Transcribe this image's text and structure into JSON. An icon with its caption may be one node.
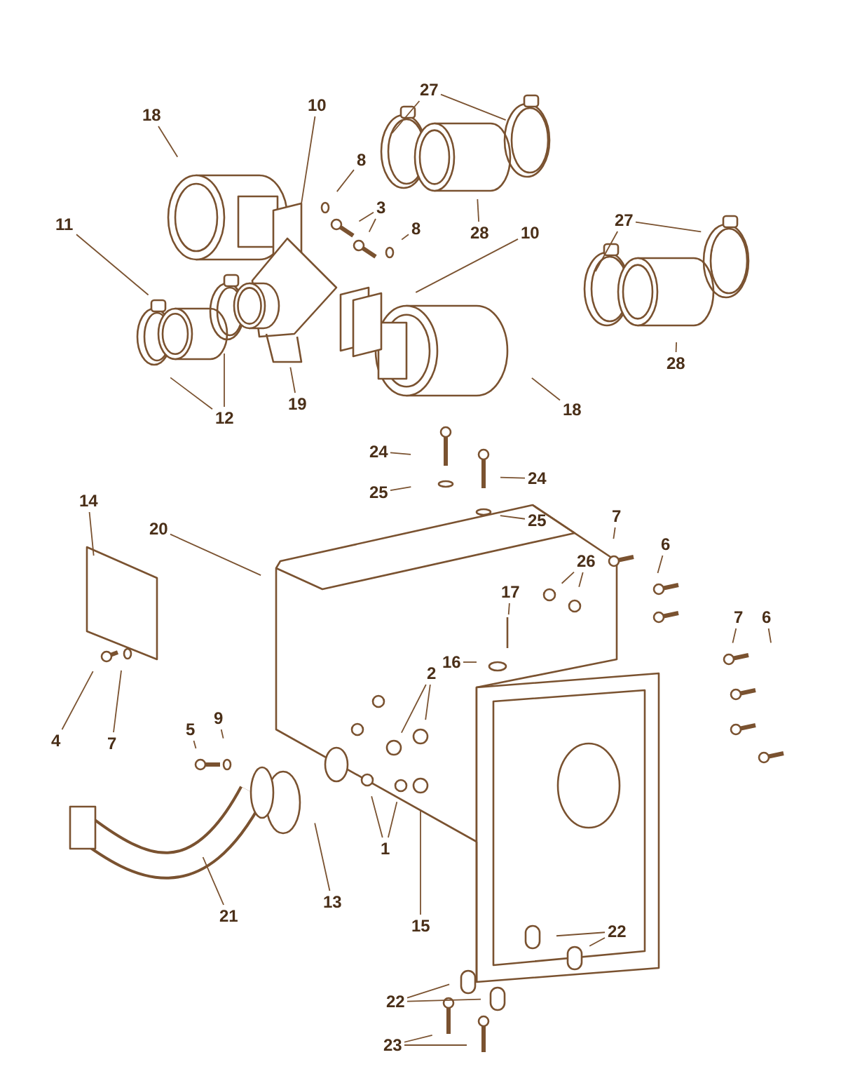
{
  "diagram": {
    "nodes": [
      {
        "text": [
          "27"
        ]
      },
      {
        "text": [
          "18"
        ]
      },
      {
        "text": [
          "10"
        ]
      },
      {
        "text": [
          "8"
        ]
      },
      {
        "text": [
          "3"
        ]
      },
      {
        "text": [
          "28"
        ]
      },
      {
        "text": [
          "8"
        ]
      },
      {
        "text": [
          "11"
        ]
      },
      {
        "text": [
          "10"
        ]
      },
      {
        "text": [
          "27"
        ]
      },
      {
        "text": [
          "28"
        ]
      },
      {
        "text": [
          "12"
        ]
      },
      {
        "text": [
          "19"
        ]
      },
      {
        "text": [
          "18"
        ]
      },
      {
        "text": [
          "24"
        ]
      },
      {
        "text": [
          "25"
        ]
      },
      {
        "text": [
          "24"
        ]
      },
      {
        "text": [
          "25"
        ]
      },
      {
        "text": [
          "14"
        ]
      },
      {
        "text": [
          "20"
        ]
      },
      {
        "text": [
          "7"
        ]
      },
      {
        "text": [
          "6"
        ]
      },
      {
        "text": [
          "26"
        ]
      },
      {
        "text": [
          "17"
        ]
      },
      {
        "text": [
          "16"
        ]
      },
      {
        "text": [
          "7"
        ]
      },
      {
        "text": [
          "6"
        ]
      },
      {
        "text": [
          "2"
        ]
      },
      {
        "text": [
          "4"
        ]
      },
      {
        "text": [
          "7"
        ]
      },
      {
        "text": [
          "5"
        ]
      },
      {
        "text": [
          "9"
        ]
      },
      {
        "text": [
          "1"
        ]
      },
      {
        "text": [
          "13"
        ]
      },
      {
        "text": [
          "21"
        ]
      },
      {
        "text": [
          "15"
        ]
      },
      {
        "text": [
          "22"
        ]
      },
      {
        "text": [
          "22"
        ]
      },
      {
        "text": [
          "23"
        ]
      }
    ],
    "edges": [
      {
        "from": 0,
        "to": null,
        "arrow": "none"
      },
      {
        "from": 0,
        "to": null,
        "arrow": "none"
      },
      {
        "from": 1,
        "to": null,
        "arrow": "none"
      },
      {
        "from": 2,
        "to": null,
        "arrow": "none"
      },
      {
        "from": 3,
        "to": null,
        "arrow": "none"
      },
      {
        "from": 4,
        "to": null,
        "arrow": "none"
      },
      {
        "from": 4,
        "to": null,
        "arrow": "none"
      },
      {
        "from": 5,
        "to": null,
        "arrow": "none"
      },
      {
        "from": 6,
        "to": null,
        "arrow": "none"
      },
      {
        "from": 7,
        "to": null,
        "arrow": "none"
      },
      {
        "from": 8,
        "to": null,
        "arrow": "none"
      },
      {
        "from": 9,
        "to": null,
        "arrow": "none"
      },
      {
        "from": 9,
        "to": null,
        "arrow": "none"
      },
      {
        "from": 10,
        "to": null,
        "arrow": "none"
      },
      {
        "from": 11,
        "to": null,
        "arrow": "none"
      },
      {
        "from": 11,
        "to": null,
        "arrow": "none"
      },
      {
        "from": 12,
        "to": null,
        "arrow": "none"
      },
      {
        "from": 13,
        "to": null,
        "arrow": "none"
      },
      {
        "from": 14,
        "to": null,
        "arrow": "none"
      },
      {
        "from": 15,
        "to": null,
        "arrow": "none"
      },
      {
        "from": 16,
        "to": null,
        "arrow": "none"
      },
      {
        "from": 17,
        "to": null,
        "arrow": "none"
      },
      {
        "from": 18,
        "to": null,
        "arrow": "none"
      },
      {
        "from": 19,
        "to": null,
        "arrow": "none"
      },
      {
        "from": 20,
        "to": null,
        "arrow": "none"
      },
      {
        "from": 21,
        "to": null,
        "arrow": "none"
      },
      {
        "from": 22,
        "to": null,
        "arrow": "none"
      },
      {
        "from": 22,
        "to": null,
        "arrow": "none"
      },
      {
        "from": 23,
        "to": null,
        "arrow": "none"
      },
      {
        "from": 24,
        "to": null,
        "arrow": "none"
      },
      {
        "from": 25,
        "to": null,
        "arrow": "none"
      },
      {
        "from": 26,
        "to": null,
        "arrow": "none"
      },
      {
        "from": 27,
        "to": null,
        "arrow": "none"
      },
      {
        "from": 27,
        "to": null,
        "arrow": "none"
      },
      {
        "from": 28,
        "to": null,
        "arrow": "none"
      },
      {
        "from": 29,
        "to": null,
        "arrow": "none"
      },
      {
        "from": 30,
        "to": null,
        "arrow": "none"
      },
      {
        "from": 31,
        "to": null,
        "arrow": "none"
      },
      {
        "from": 32,
        "to": null,
        "arrow": "none"
      },
      {
        "from": 32,
        "to": null,
        "arrow": "none"
      },
      {
        "from": 33,
        "to": null,
        "arrow": "none"
      },
      {
        "from": 34,
        "to": null,
        "arrow": "none"
      },
      {
        "from": 35,
        "to": null,
        "arrow": "none"
      },
      {
        "from": 36,
        "to": null,
        "arrow": "none"
      },
      {
        "from": 36,
        "to": null,
        "arrow": "none"
      },
      {
        "from": 37,
        "to": null,
        "arrow": "none"
      },
      {
        "from": 37,
        "to": null,
        "arrow": "none"
      },
      {
        "from": 38,
        "to": null,
        "arrow": "none"
      },
      {
        "from": 38,
        "to": null,
        "arrow": "none"
      }
    ]
  }
}
